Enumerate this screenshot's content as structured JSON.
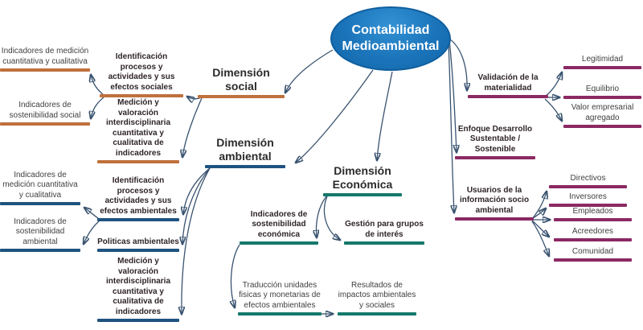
{
  "mindmap": {
    "root": "Contabilidad Medioambiental",
    "social": {
      "title": "Dimensión social",
      "identificacion": "Identificación procesos y actividades y sus efectos sociales",
      "medicion": "Medición y valoración interdisciplinaria cuantitativa y cualitativa de indicadores",
      "ind_medicion": "Indicadores de medición cuantitativa y cualitativa",
      "ind_sostenibilidad": "Indicadores de sostenibilidad social"
    },
    "ambiental": {
      "title": "Dimensión ambiental",
      "identificacion": "Identificación procesos y actividades y sus efectos ambientales",
      "politicas": "Politicas ambientales",
      "medicion": "Medición y valoración interdisciplinaria cuantitativa y cualitativa de indicadores",
      "ind_medicion": "Indicadores de medición cuantitativa y cualitativa",
      "ind_sostenibilidad": "Indicadores de sostenibilidad ambiental"
    },
    "economica": {
      "title": "Dimensión Económica",
      "ind_sostenibilidad": "Indicadores de sostenibilidad económica",
      "gestion": "Gestión para grupos de interés",
      "traduccion": "Traducción unidades fisicas y monetarias de efectos ambientales",
      "resultados": "Resultados de impactos ambientales y sociales"
    },
    "right": {
      "materialidad": "Validación de la materialidad",
      "mat_leaves": [
        "Legitimidad",
        "Equilibrio",
        "Valor empresarial agregado"
      ],
      "enfoque": "Enfoque Desarrollo Sustentable / Sostenible",
      "usuarios": "Usuarios de la información socio ambiental",
      "usu_leaves": [
        "Directivos",
        "Inversores",
        "Empleados",
        "Acreedores",
        "Comunidad"
      ]
    },
    "colors": {
      "root_fill": "#1b74ba",
      "root_border": "#0f5f9e",
      "social_line": "#c0703c",
      "ambiental_line": "#1f5380",
      "economica_line": "#15796a",
      "right_line": "#8b2963",
      "connector": "#39536f"
    }
  }
}
